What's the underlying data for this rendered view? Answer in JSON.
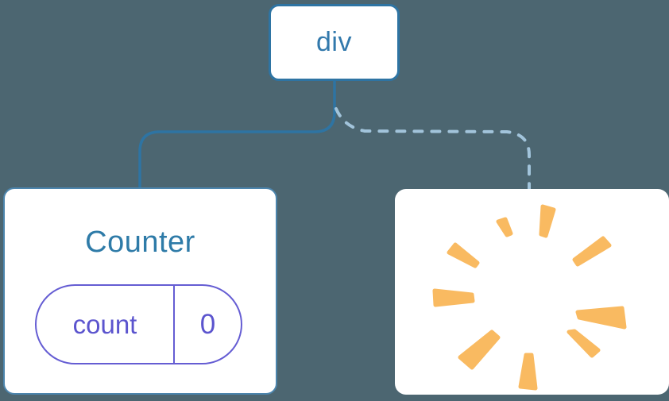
{
  "diagram": {
    "root": {
      "label": "div"
    },
    "counter": {
      "title": "Counter",
      "state_key": "count",
      "state_value": "0"
    },
    "removed": {
      "icon": "poof-starburst"
    }
  },
  "colors": {
    "background": "#4C6671",
    "card_bg": "#FFFFFF",
    "node_border": "#2E74A3",
    "node_text": "#3279AC",
    "solid_link": "#2E74A3",
    "dashed_link": "#A2C4DB",
    "counter_title": "#2E7BA8",
    "counter_card_border": "#4C85AD",
    "state_pill": "#655DD3",
    "state_text": "#5B54CE",
    "poof": "#F9BA61"
  }
}
